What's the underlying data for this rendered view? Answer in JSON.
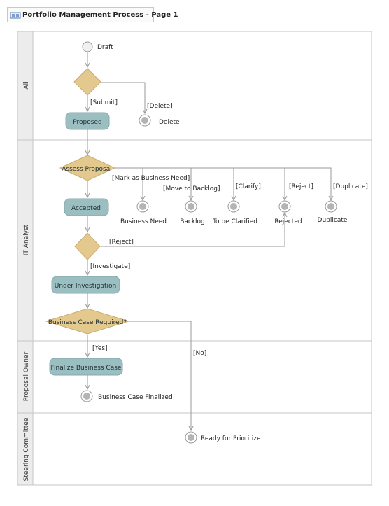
{
  "window": {
    "title": "Portfolio Management Process - Page 1",
    "icon": "diagram-page-icon"
  },
  "lanes": [
    {
      "id": "all",
      "label": "All"
    },
    {
      "id": "it-analyst",
      "label": "IT Analyst"
    },
    {
      "id": "proposal-owner",
      "label": "Proposal Owner"
    },
    {
      "id": "steering-committee",
      "label": "Steering Committee"
    }
  ],
  "nodes": {
    "draft": "Draft",
    "proposed": "Proposed",
    "delete": "Delete",
    "assess_proposal": "Assess Proposal",
    "accepted": "Accepted",
    "business_need": "Business Need",
    "backlog": "Backlog",
    "to_be_clarified": "To be Clarified",
    "rejected": "Rejected",
    "duplicate": "Duplicate",
    "under_investigation": "Under Investigation",
    "business_case_required": "Business Case Required?",
    "finalize_business_case": "Finalize Business Case",
    "business_case_finalized": "Business Case Finalized",
    "ready_for_prioritize": "Ready for Prioritize"
  },
  "edges": {
    "submit": "[Submit]",
    "delete": "[Delete]",
    "mark_as_business_need": "[Mark as Business Need]",
    "move_to_backlog": "[Move to Backlog]",
    "clarify": "[Clarify]",
    "reject_assess": "[Reject]",
    "duplicate": "[Duplicate]",
    "reject_accepted": "[Reject]",
    "investigate": "[Investigate]",
    "yes": "[Yes]",
    "no": "[No]"
  },
  "colors": {
    "activity_fill": "#9bbfc1",
    "decision_fill": "#e3c98d",
    "edge": "#9a9a9a",
    "lane_header": "#ececec"
  }
}
